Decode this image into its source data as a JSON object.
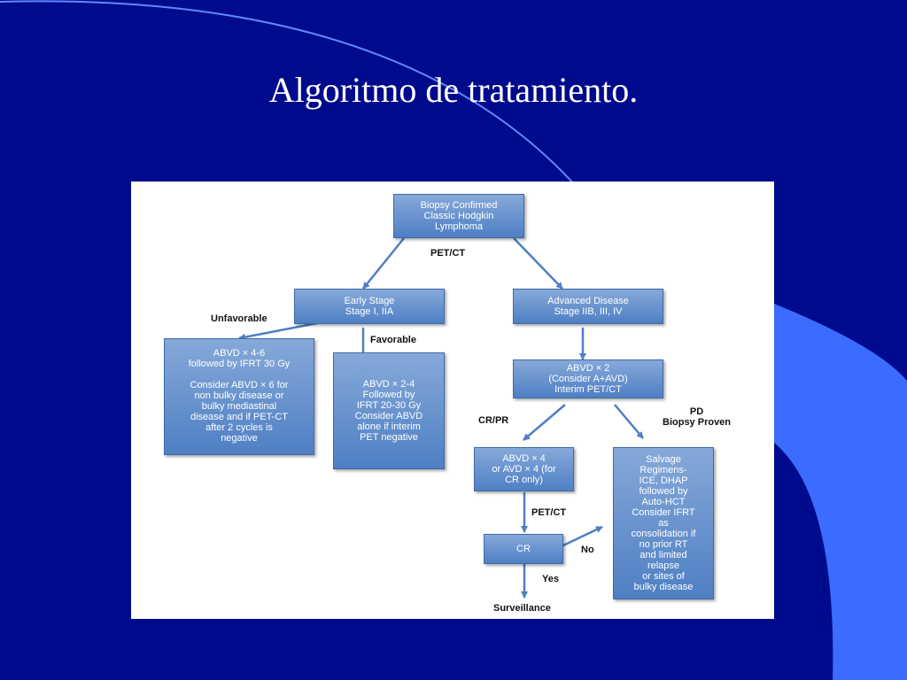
{
  "slide": {
    "title": "Algoritmo de tratamiento.",
    "background_color": "#000a8c",
    "accent_color": "#3b6cff"
  },
  "flowchart": {
    "nodes": {
      "biopsy": "Biopsy Confirmed\nClassic Hodgkin\nLymphoma",
      "early": "Early Stage\nStage I, IIA",
      "advanced": "Advanced Disease\nStage IIB, III, IV",
      "unfav_tx": "ABVD × 4-6\nfollowed by IFRT 30 Gy\n\nConsider ABVD × 6 for\nnon bulky disease or\nbulky mediastinal\ndisease and if PET-CT\nafter 2 cycles is\nnegative",
      "fav_tx": "ABVD × 2-4\nFollowed by\nIFRT 20-30 Gy\nConsider ABVD\nalone if interim\nPET negative",
      "abvd2": "ABVD × 2\n(Consider A+AVD)\nInterim PET/CT",
      "abvd4": "ABVD × 4\nor AVD × 4 (for\nCR only)",
      "salvage": "Salvage\nRegimens-\nICE, DHAP\nfollowed by\nAuto-HCT\nConsider IFRT\nas\nconsolidation if\nno prior RT\nand limited\nrelapse\nor sites of\nbulky disease",
      "cr": "CR"
    },
    "labels": {
      "petct_top": "PET/CT",
      "unfavorable": "Unfavorable",
      "favorable": "Favorable",
      "crpr": "CR/PR",
      "pd": "PD\nBiopsy Proven",
      "petct_mid": "PET/CT",
      "no": "No",
      "yes": "Yes",
      "surveillance": "Surveillance"
    }
  }
}
